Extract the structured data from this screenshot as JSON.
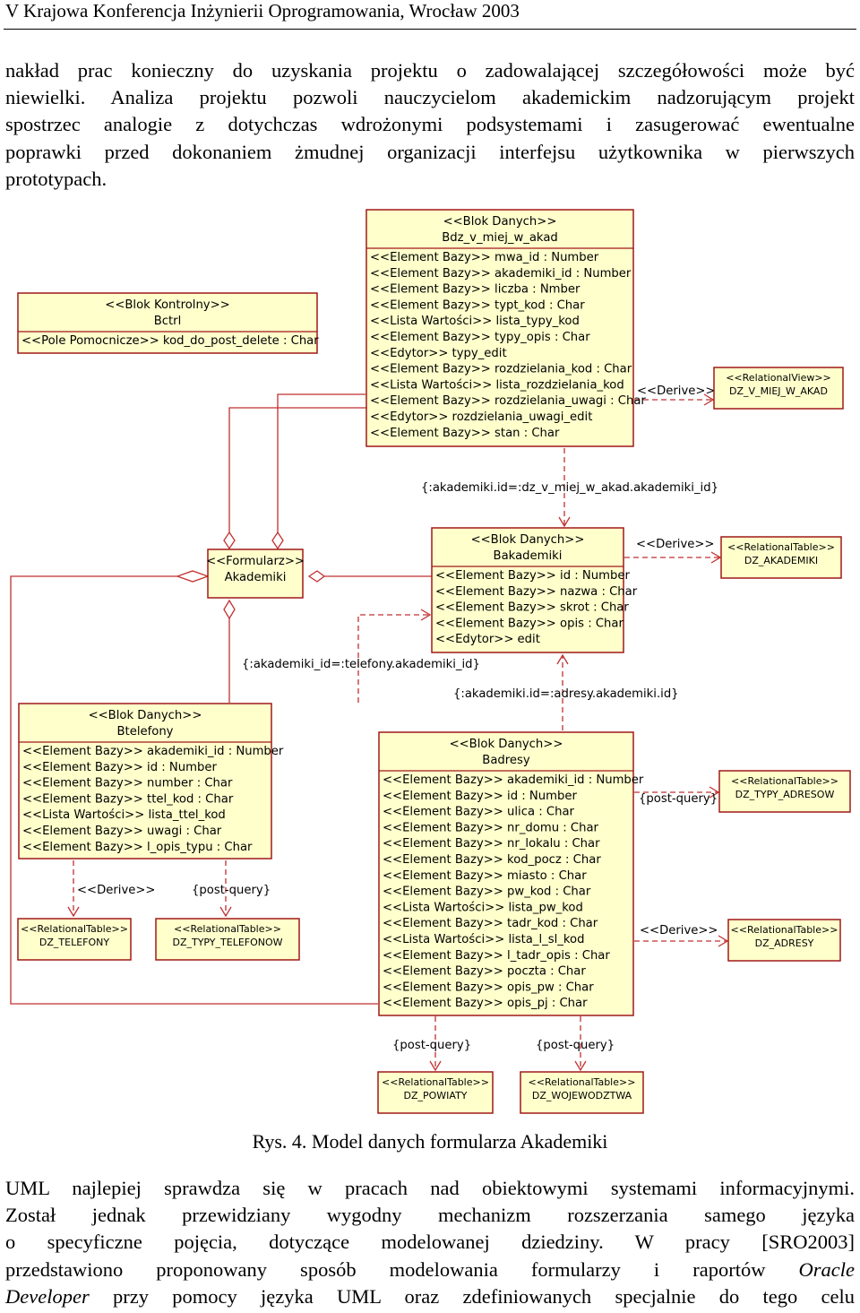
{
  "header": {
    "title": "V Krajowa Konferencja Inżynierii Oprogramowania, Wrocław 2003"
  },
  "paragraph_top": {
    "lines": [
      "nakład prac konieczny do uzyskania projektu o zadowalającej szczegółowości może być",
      "niewielki. Analiza projektu pozwoli nauczycielom akademickim nadzorującym projekt",
      "spostrzec analogie z dotychczas wdrożonymi podsystemami i zasugerować ewentualne",
      "poprawki przed dokonaniem żmudnej organizacji interfejsu użytkownika w pierwszych",
      "prototypach."
    ]
  },
  "diagram": {
    "boxes": {
      "bctrl": {
        "stereotype": "<<Blok Kontrolny>>",
        "name": "Bctrl",
        "attrs": [
          "<<Pole Pomocnicze>> kod_do_post_delete : Char"
        ]
      },
      "bdz": {
        "stereotype": "<<Blok Danych>>",
        "name": "Bdz_v_miej_w_akad",
        "attrs": [
          "<<Element Bazy>> mwa_id : Number",
          "<<Element Bazy>> akademiki_id : Number",
          "<<Element Bazy>> liczba : Nmber",
          "<<Element Bazy>> typt_kod : Char",
          "<<Lista Wartości>> lista_typy_kod",
          "<<Element Bazy>> typy_opis : Char",
          "<<Edytor>> typy_edit",
          "<<Element Bazy>> rozdzielania_kod : Char",
          "<<Lista Wartości>> lista_rozdzielania_kod",
          "<<Element Bazy>> rozdzielania_uwagi : Char",
          "<<Edytor>> rozdzielania_uwagi_edit",
          "<<Element Bazy>> stan : Char"
        ]
      },
      "view_dz": {
        "stereotype": "<<RelationalView>>",
        "name": "DZ_V_MIEJ_W_AKAD"
      },
      "formularz": {
        "stereotype": "<<Formularz>>",
        "name": "Akademiki"
      },
      "bakademiki": {
        "stereotype": "<<Blok Danych>>",
        "name": "Bakademiki",
        "attrs": [
          "<<Element Bazy>> id : Number",
          "<<Element Bazy>> nazwa : Char",
          "<<Element Bazy>> skrot : Char",
          "<<Element Bazy>> opis : Char",
          "<<Edytor>> edit"
        ]
      },
      "rt_akademiki": {
        "stereotype": "<<RelationalTable>>",
        "name": "DZ_AKADEMIKI"
      },
      "btelefony": {
        "stereotype": "<<Blok Danych>>",
        "name": "Btelefony",
        "attrs": [
          "<<Element Bazy>> akademiki_id : Number",
          "<<Element Bazy>> id : Number",
          "<<Element Bazy>> number : Char",
          "<<Element Bazy>> ttel_kod : Char",
          "<<Lista Wartości>> lista_ttel_kod",
          "<<Element Bazy>> uwagi : Char",
          "<<Element Bazy>> l_opis_typu : Char"
        ]
      },
      "badresy": {
        "stereotype": "<<Blok Danych>>",
        "name": "Badresy",
        "attrs": [
          "<<Element Bazy>> akademiki_id : Number",
          "<<Element Bazy>> id : Number",
          "<<Element Bazy>> ulica : Char",
          "<<Element Bazy>> nr_domu : Char",
          "<<Element Bazy>> nr_lokalu : Char",
          "<<Element Bazy>> kod_pocz : Char",
          "<<Element Bazy>> miasto : Char",
          "<<Element Bazy>> pw_kod : Char",
          "<<Lista Wartości>> lista_pw_kod",
          "<<Element Bazy>> tadr_kod : Char",
          "<<Lista Wartości>> lista_l_sl_kod",
          "<<Element Bazy>> l_tadr_opis : Char",
          "<<Element Bazy>> poczta : Char",
          "<<Element Bazy>> opis_pw : Char",
          "<<Element Bazy>> opis_pj : Char"
        ]
      },
      "rt_typy_adresow": {
        "stereotype": "<<RelationalTable>>",
        "name": "DZ_TYPY_ADRESOW"
      },
      "rt_adresy": {
        "stereotype": "<<RelationalTable>>",
        "name": "DZ_ADRESY"
      },
      "rt_telefony": {
        "stereotype": "<<RelationalTable>>",
        "name": "DZ_TELEFONY"
      },
      "rt_typy_telefonow": {
        "stereotype": "<<RelationalTable>>",
        "name": "DZ_TYPY_TELEFONOW"
      },
      "rt_powiaty": {
        "stereotype": "<<RelationalTable>>",
        "name": "DZ_POWIATY"
      },
      "rt_wojewodztwa": {
        "stereotype": "<<RelationalTable>>",
        "name": "DZ_WOJEWODZTWA"
      }
    },
    "labels": {
      "derive_view": "<<Derive>>",
      "cond_miej": "{:akademiki.id=:dz_v_miej_w_akad.akademiki_id}",
      "derive_akademiki": "<<Derive>>",
      "cond_telefony": "{:akademiki_id=:telefony.akademiki_id}",
      "cond_adresy": "{:akademiki.id=:adresy.akademiki.id}",
      "postquery_typy_adresow": "{post-query}",
      "derive_adresy": "<<Derive>>",
      "derive_telefony": "<<Derive>>",
      "postquery_typy_telefonow": "{post-query}",
      "postquery_powiaty": "{post-query}",
      "postquery_wojewodztwa": "{post-query}"
    }
  },
  "caption": "Rys. 4. Model danych formularza Akademiki",
  "paragraph_bottom": {
    "line1": "UML najlepiej sprawdza się w pracach nad obiektowymi systemami informacyjnymi.",
    "line2": "Został jednak przewidziany wygodny mechanizm rozszerzania samego języka",
    "line3": "o specyficzne pojęcia, dotyczące modelowanej dziedziny. W pracy [SRO2003]",
    "line4_a": "przedstawiono proponowany sposób modelowania formularzy i raportów",
    "line4_b": "Oracle",
    "line5_a": "Developer",
    "line5_b": "przy pomocy języka UML oraz zdefiniowanych specjalnie do tego celu"
  }
}
